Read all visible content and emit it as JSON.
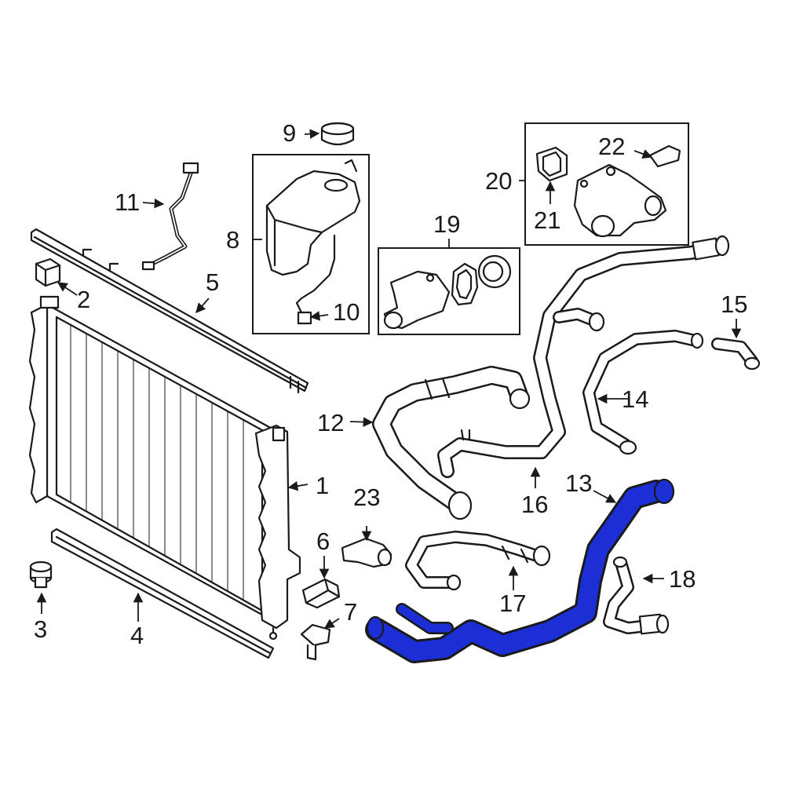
{
  "diagram": {
    "highlight_color": "#1c2fd6",
    "line_color": "#1a1a1a",
    "highlighted_part": "13",
    "callouts": [
      {
        "id": "c1",
        "label": "1"
      },
      {
        "id": "c2",
        "label": "2"
      },
      {
        "id": "c3",
        "label": "3"
      },
      {
        "id": "c4",
        "label": "4"
      },
      {
        "id": "c5",
        "label": "5"
      },
      {
        "id": "c6",
        "label": "6"
      },
      {
        "id": "c7",
        "label": "7"
      },
      {
        "id": "c8",
        "label": "8"
      },
      {
        "id": "c9",
        "label": "9"
      },
      {
        "id": "c10",
        "label": "10"
      },
      {
        "id": "c11",
        "label": "11"
      },
      {
        "id": "c12",
        "label": "12"
      },
      {
        "id": "c13",
        "label": "13"
      },
      {
        "id": "c14",
        "label": "14"
      },
      {
        "id": "c15",
        "label": "15"
      },
      {
        "id": "c16",
        "label": "16"
      },
      {
        "id": "c17",
        "label": "17"
      },
      {
        "id": "c18",
        "label": "18"
      },
      {
        "id": "c19",
        "label": "19"
      },
      {
        "id": "c20",
        "label": "20"
      },
      {
        "id": "c21",
        "label": "21"
      },
      {
        "id": "c22",
        "label": "22"
      },
      {
        "id": "c23",
        "label": "23"
      }
    ]
  }
}
